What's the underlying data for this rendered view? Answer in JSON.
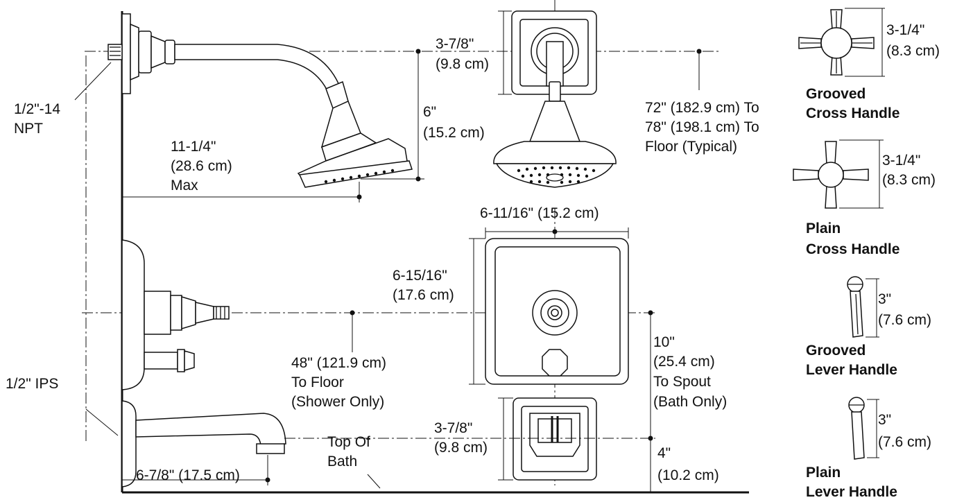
{
  "labels": {
    "npt": [
      "1/2\"-14",
      "NPT"
    ],
    "arm_reach": [
      "11-1/4\"",
      "(28.6 cm)",
      "Max"
    ],
    "arm_drop": [
      "6\"",
      "(15.2 cm)"
    ],
    "flange_top": [
      "3-7/8\"",
      "(9.8 cm)"
    ],
    "head_height": [
      "72\" (182.9 cm) To",
      "78\" (198.1 cm) To",
      "Floor (Typical)"
    ],
    "escutcheon_width": [
      "6-11/16\" (15.2 cm)"
    ],
    "escutcheon_height": [
      "6-15/16\"",
      "(17.6 cm)"
    ],
    "valve_height": [
      "48\" (121.9 cm)",
      "To Floor",
      "(Shower Only)"
    ],
    "spout_above": [
      "10\"",
      "(25.4 cm)",
      "To Spout",
      "(Bath Only)"
    ],
    "ips": [
      "1/2\" IPS"
    ],
    "flange_bottom": [
      "3-7/8\"",
      "(9.8 cm)"
    ],
    "spout_reach": [
      "6-7/8\" (17.5 cm)"
    ],
    "top_of_bath": [
      "Top Of",
      "Bath"
    ],
    "spout_height": [
      "4\"",
      "(10.2 cm)"
    ]
  },
  "handles": [
    {
      "dimension": [
        "3-1/4\"",
        "(8.3 cm)"
      ],
      "name": [
        "Grooved",
        "Cross Handle"
      ],
      "icon": "grooved-cross-handle-icon"
    },
    {
      "dimension": [
        "3-1/4\"",
        "(8.3 cm)"
      ],
      "name": [
        "Plain",
        "Cross Handle"
      ],
      "icon": "plain-cross-handle-icon"
    },
    {
      "dimension": [
        "3\"",
        "(7.6 cm)"
      ],
      "name": [
        "Grooved",
        "Lever Handle"
      ],
      "icon": "grooved-lever-handle-icon"
    },
    {
      "dimension": [
        "3\"",
        "(7.6 cm)"
      ],
      "name": [
        "Plain",
        "Lever Handle"
      ],
      "icon": "plain-lever-handle-icon"
    }
  ]
}
